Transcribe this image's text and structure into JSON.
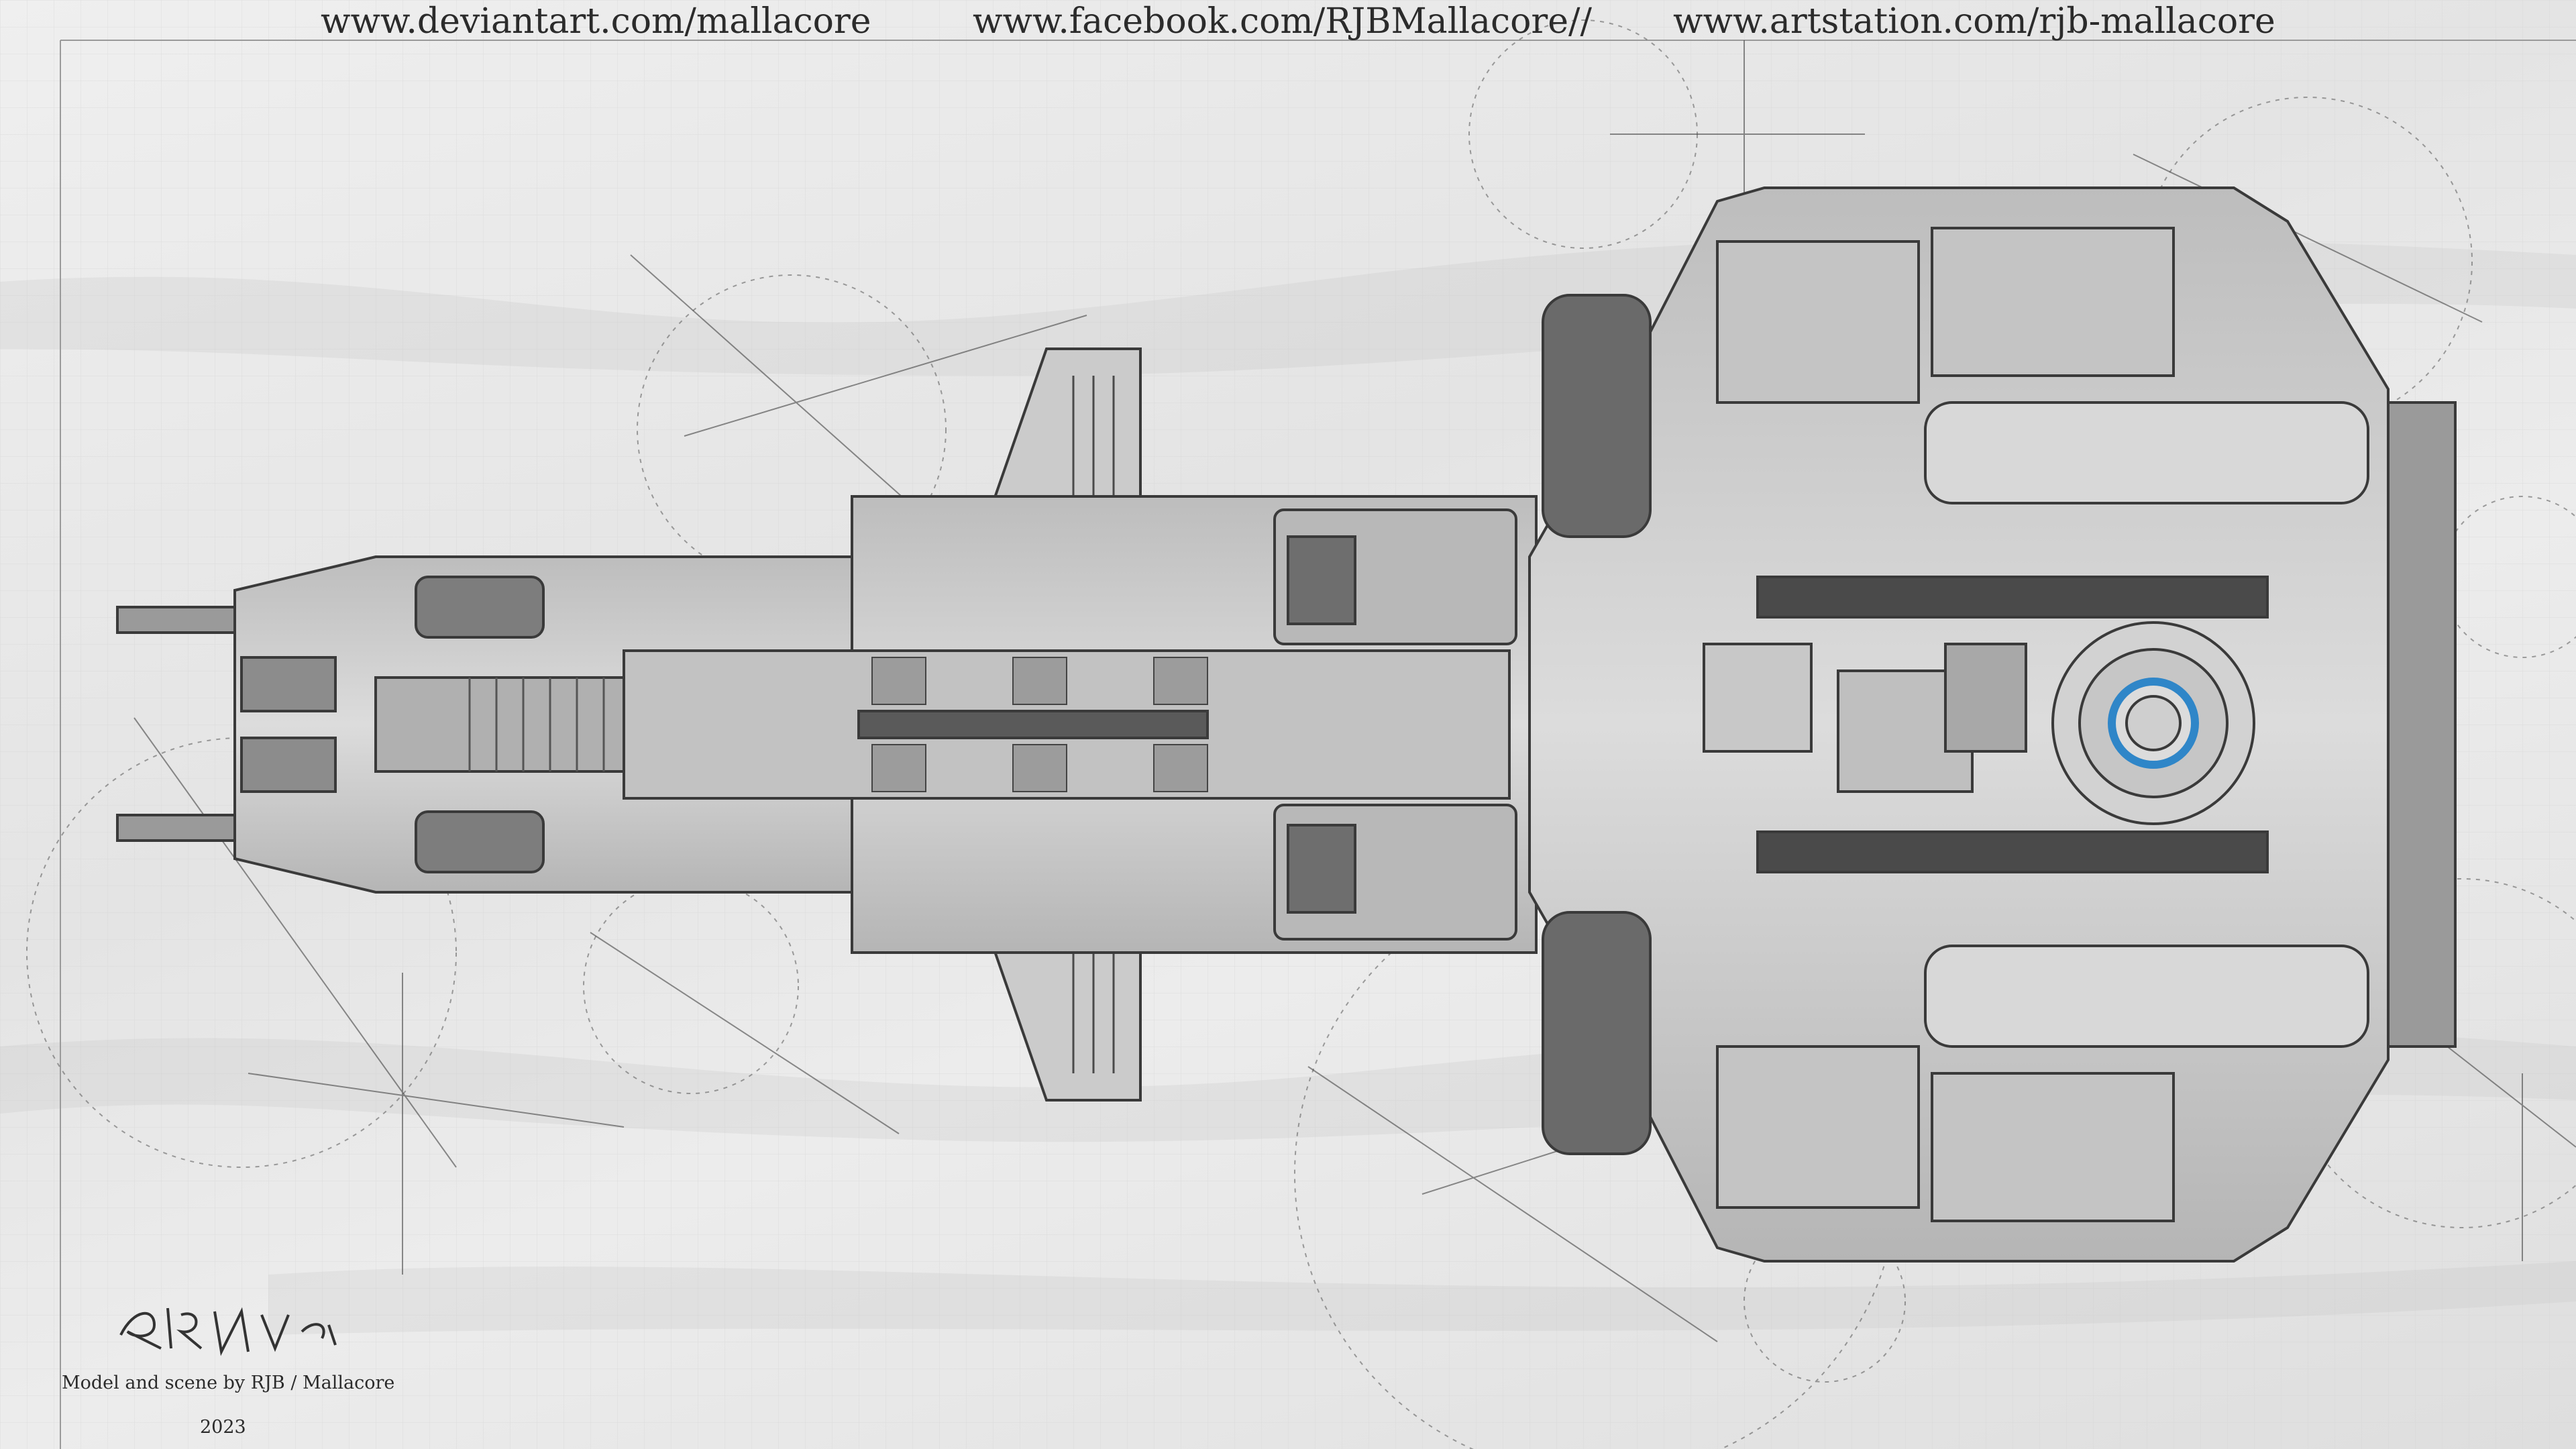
{
  "header_links": [
    "www.deviantart.com/mallacore",
    "www.facebook.com/RJBMallacore//",
    "www.artstation.com/rjb-mallacore"
  ],
  "signature": "RJB / MALLACORE",
  "credits": {
    "text": "Model and scene by RJB / Mallacore",
    "year": "2023"
  },
  "colors": {
    "paper": "#e8e8e8",
    "ink": "#2b2b2b",
    "hull": "#cfcfcf",
    "hull_dark": "#6a6a6a",
    "reactor_ring": "#2f86c8"
  },
  "artwork": {
    "subject": "spaceship-top-view",
    "style": "pencil-blueprint"
  }
}
